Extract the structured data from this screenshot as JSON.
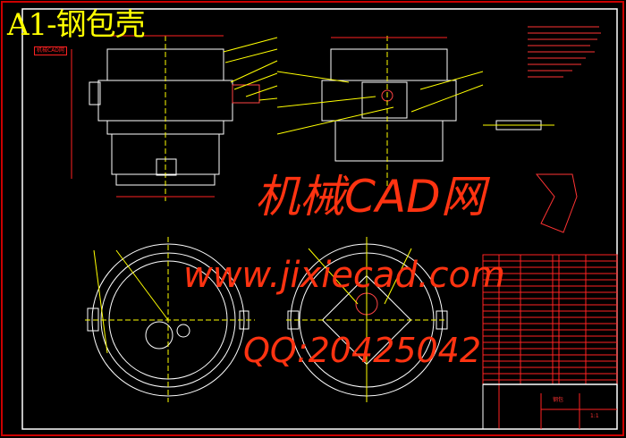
{
  "drawing": {
    "title": "A1-钢包壳",
    "tag_label": "机械CAD网"
  },
  "watermark": {
    "line1": "机械CAD网",
    "line2": "www.jixiecad.com",
    "line3": "QQ:20425042"
  },
  "title_block": {
    "sheet_label": "钢包",
    "scale_label": "1:1"
  },
  "colors": {
    "border": "#cc0000",
    "frame": "#ffffff",
    "lines": "#ffffff",
    "dims": "#ff2222",
    "leaders": "#ffff00",
    "watermark": "#ff3311",
    "title": "#ffff00"
  }
}
